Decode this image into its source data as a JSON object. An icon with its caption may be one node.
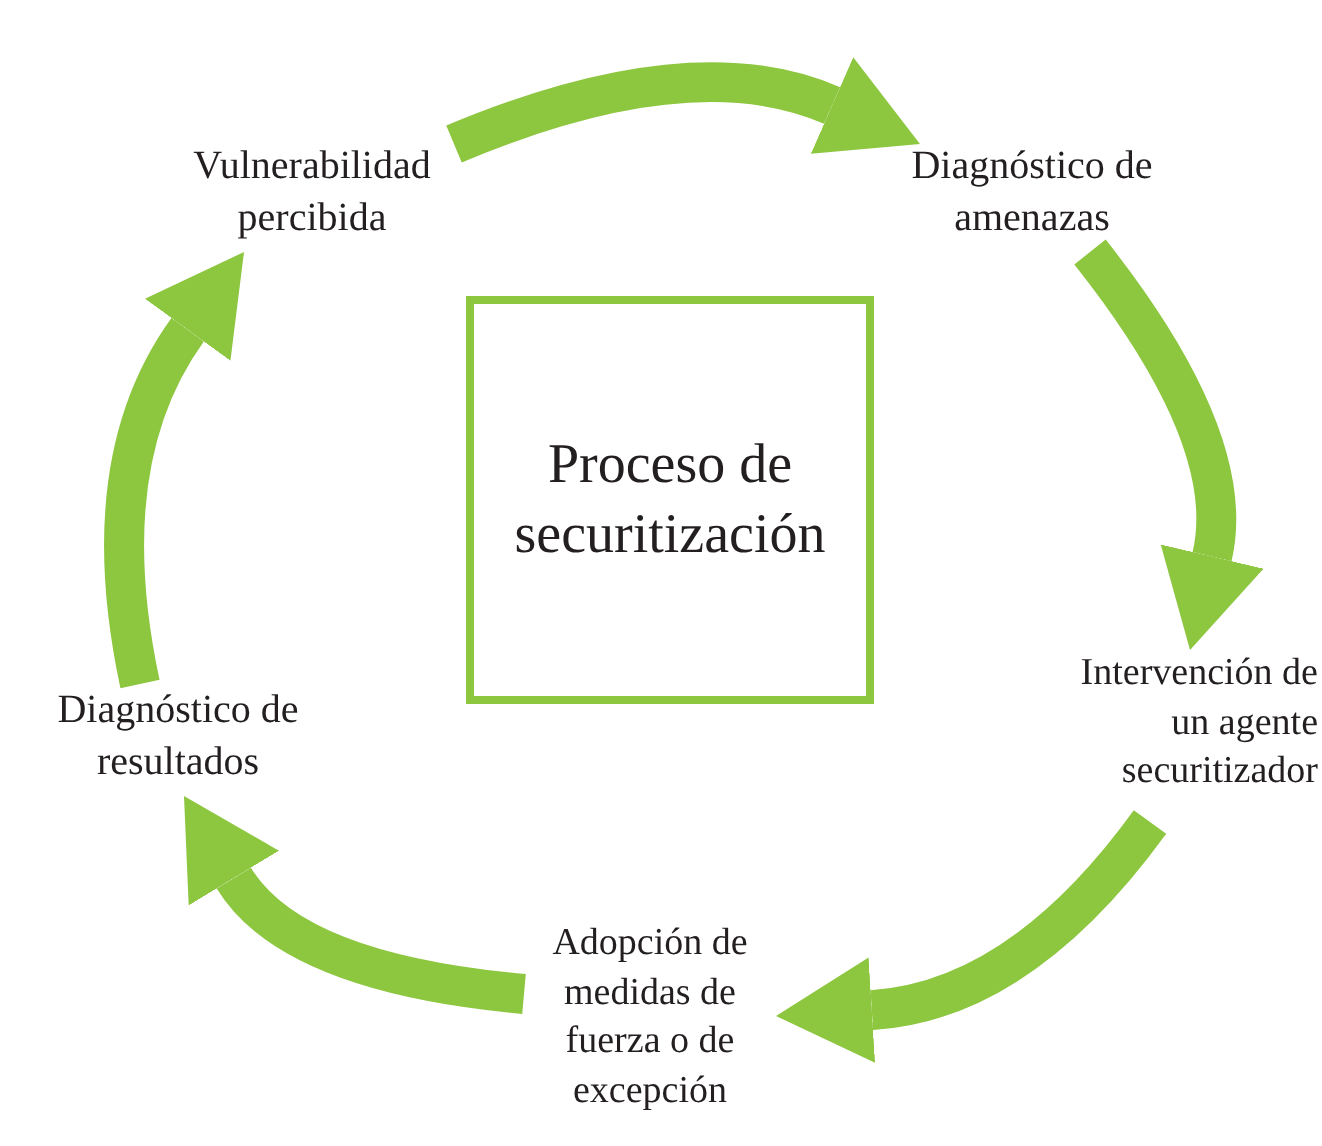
{
  "diagram": {
    "nodes": [
      {
        "text": [
          "Proceso de securitización"
        ]
      },
      {
        "text": [
          "Vulnerabilidad percibida"
        ]
      },
      {
        "text": [
          "Diagnóstico de amenazas"
        ]
      },
      {
        "text": [
          "Intervención de un agente securitizador"
        ]
      },
      {
        "text": [
          "Adopción de medidas de fuerza o de excepción"
        ]
      },
      {
        "text": [
          "Diagnóstico de resultados"
        ]
      }
    ],
    "edges": [
      {
        "from": 1,
        "to": 2,
        "arrow": "to"
      },
      {
        "from": 2,
        "to": 3,
        "arrow": "to"
      },
      {
        "from": 3,
        "to": 4,
        "arrow": "to"
      },
      {
        "from": 4,
        "to": 5,
        "arrow": "to"
      },
      {
        "from": 5,
        "to": 1,
        "arrow": "to"
      }
    ]
  }
}
